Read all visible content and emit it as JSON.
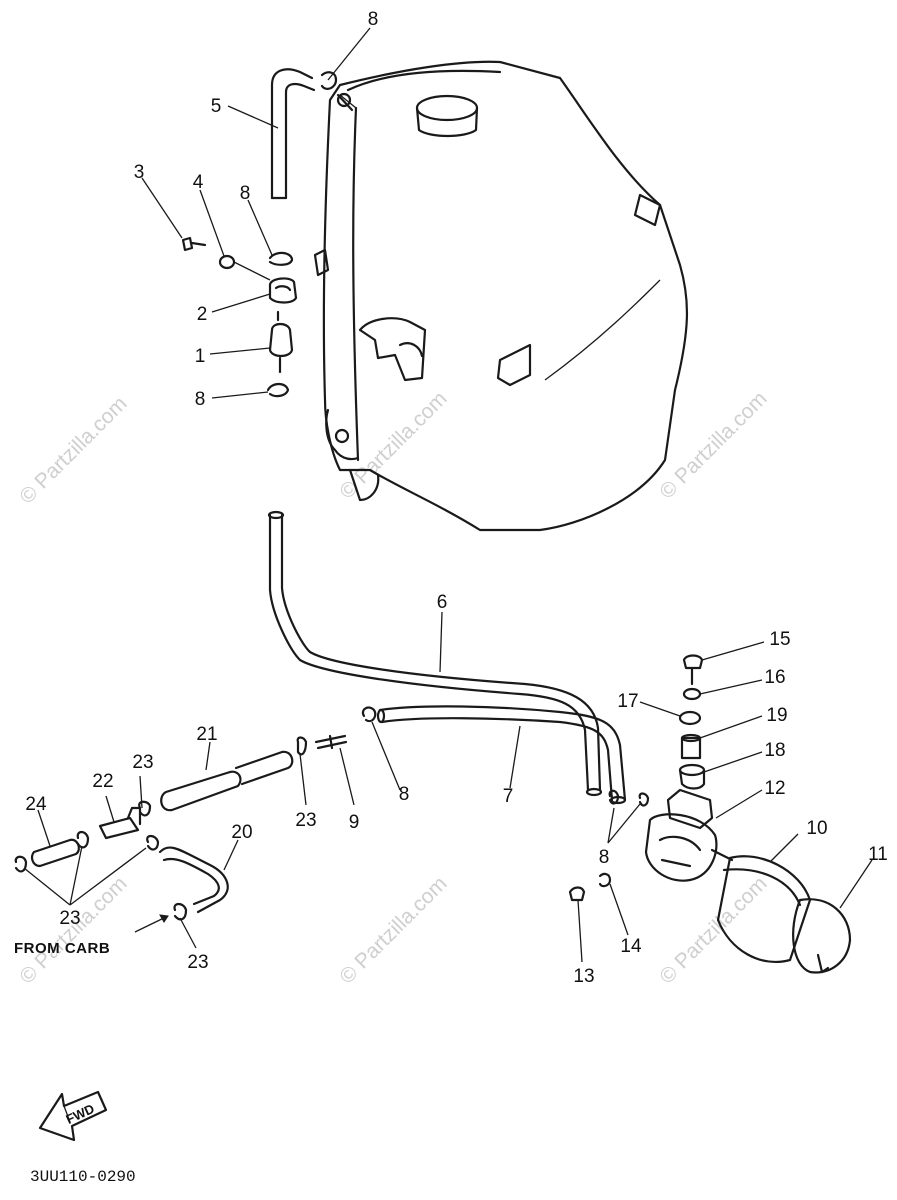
{
  "diagram": {
    "watermark": "© Partzilla.com",
    "from_label": "FROM CARB",
    "fwd_label": "FWD",
    "code": "3UU110-0290",
    "callouts": [
      "8",
      "5",
      "3",
      "4",
      "8",
      "2",
      "1",
      "8",
      "6",
      "15",
      "16",
      "17",
      "19",
      "18",
      "12",
      "10",
      "11",
      "21",
      "23",
      "22",
      "24",
      "9",
      "8",
      "7",
      "23",
      "8",
      "20",
      "23",
      "14",
      "13",
      "23"
    ]
  }
}
